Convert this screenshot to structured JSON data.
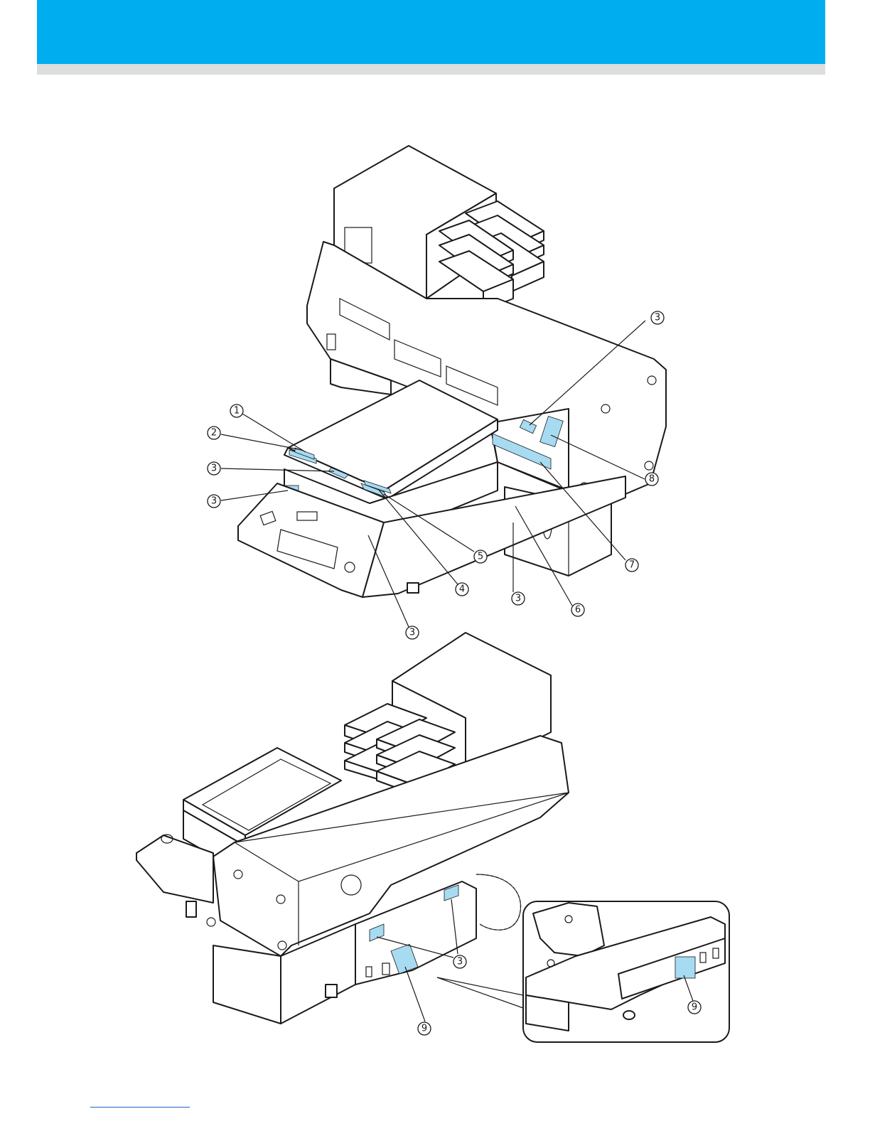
{
  "header": {
    "title": "",
    "accent_color": "#00aeef",
    "band_shadow_color": "#dcdddd"
  },
  "label_color": "#a7dbf2",
  "figures": [
    {
      "name": "printer-front-view",
      "callouts": [
        "1",
        "2",
        "3",
        "3",
        "3",
        "3",
        "3",
        "4",
        "5",
        "6",
        "7",
        "8"
      ]
    },
    {
      "name": "printer-rear-view",
      "callouts": [
        "3",
        "9",
        "9"
      ]
    }
  ],
  "callouts": {
    "c1": "1",
    "c2": "2",
    "c3a": "3",
    "c3b": "3",
    "c3c": "3",
    "c3d": "3",
    "c3e": "3",
    "c4": "4",
    "c5": "5",
    "c6": "6",
    "c7": "7",
    "c8": "8",
    "r3": "3",
    "r9a": "9",
    "r9b": "9"
  },
  "footer": {
    "link_text": ""
  }
}
